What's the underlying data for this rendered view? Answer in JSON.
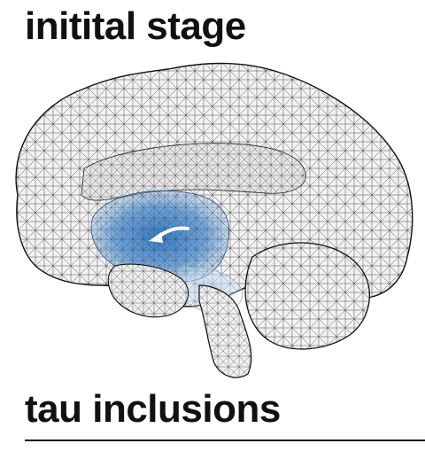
{
  "title": "initital stage",
  "caption": "tau inclusions",
  "colors": {
    "mesh_stroke": "#1a1a1a",
    "brain_fill": "#f2f2f2",
    "tau_dark": "#2f74c0",
    "tau_mid": "#5c98d6",
    "tau_light": "#a9cdee",
    "arrow": "#ffffff"
  },
  "icons": [
    "brain-mesh",
    "spread-arrow-icon"
  ]
}
